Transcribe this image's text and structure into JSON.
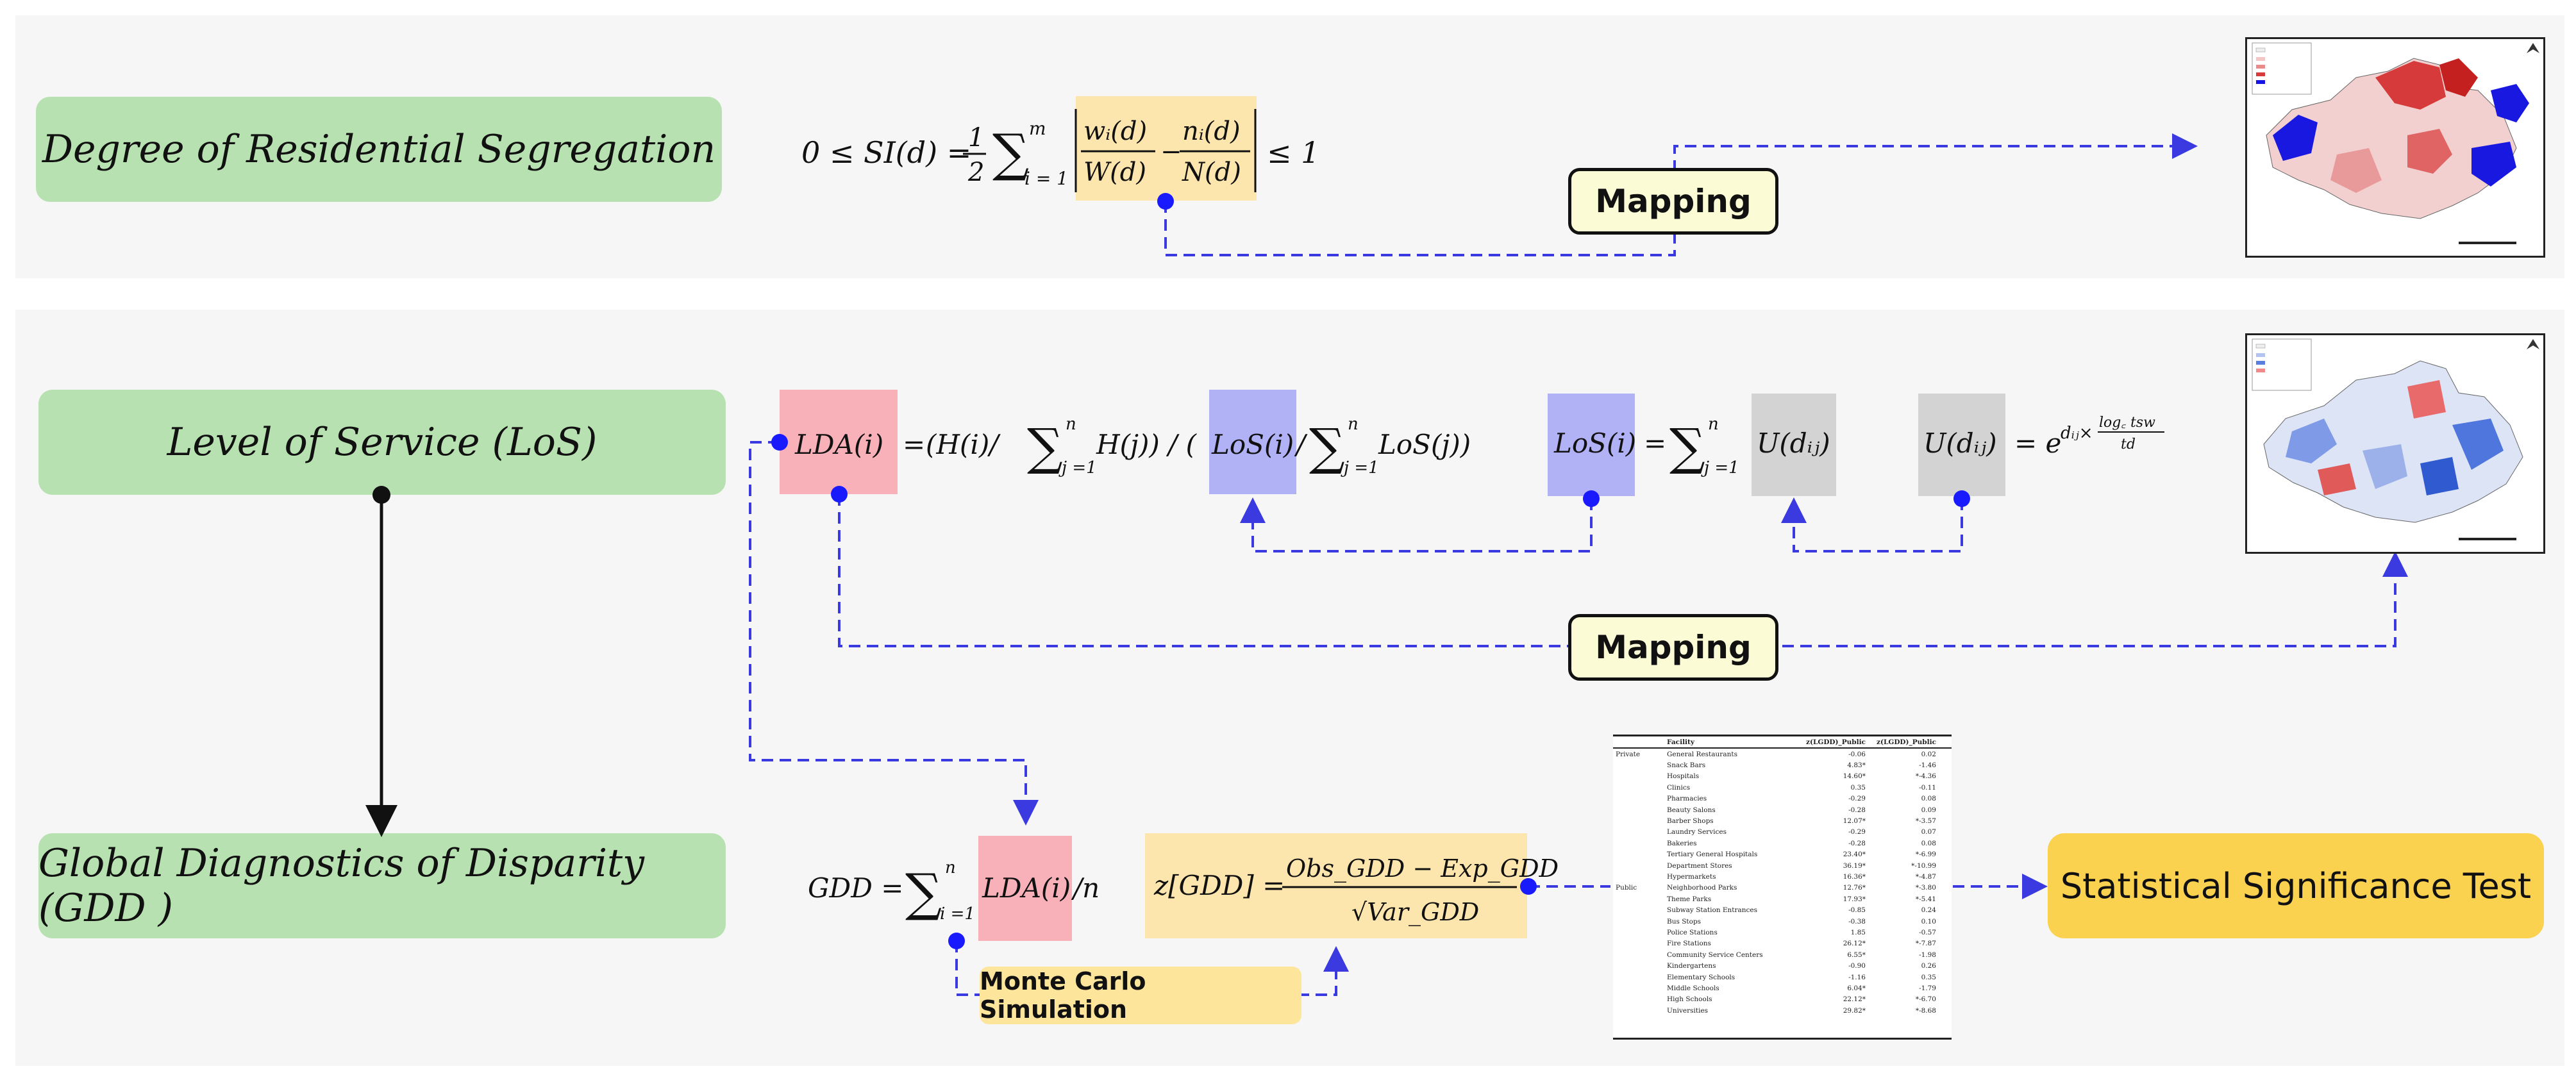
{
  "boxes": {
    "segregation": "Degree of Residential Segregation",
    "los": "Level of Service (LoS)",
    "gdd": "Global Diagnostics of Disparity (GDD )"
  },
  "labels": {
    "mapping_top": "Mapping",
    "mapping_mid": "Mapping",
    "significance": "Statistical Significance Test",
    "monte_carlo": "Monte Carlo Simulation"
  },
  "formulas": {
    "si_lhs": "0 ≤ SI(d) =",
    "si_half_num": "1",
    "si_half_den": "2",
    "si_sum_top": "m",
    "si_sum_bot": "i = 1",
    "si_f1_num": "wᵢ(d)",
    "si_f1_den": "W(d)",
    "si_minus": "−",
    "si_f2_num": "nᵢ(d)",
    "si_f2_den": "N(d)",
    "si_rhs": "≤ 1",
    "lda_lhs": "LDA(i)",
    "lda_eq": "=",
    "lda_part1": "(H(i)/",
    "lda_sum1_top": "n",
    "lda_sum1_bot": "j =1",
    "lda_part2": "H(j)) / (",
    "lda_los": "LoS(i)",
    "lda_part3": "/",
    "lda_sum2_top": "n",
    "lda_sum2_bot": "j =1",
    "lda_part4": "LoS(j))",
    "los_lhs": "LoS(i)",
    "los_eq": "=",
    "los_sum_top": "n",
    "los_sum_bot": "j =1",
    "los_u": "U(dᵢⱼ)",
    "u_lhs": "U(dᵢⱼ)",
    "u_eq": "= e",
    "u_exp": "dᵢⱼ×",
    "u_frac_num": "log꜀ tsw",
    "u_frac_den": "td",
    "gdd_lhs": "GDD =",
    "gdd_sum_top": "n",
    "gdd_sum_bot": "i =1",
    "gdd_lda": "LDA(i)",
    "gdd_div": "/n",
    "z_lhs": "z[GDD] =",
    "z_num": "Obs_GDD − Exp_GDD",
    "z_den": "√Var_GDD"
  },
  "table": {
    "headers": [
      "",
      "Facility",
      "z(LGDD)_Public",
      "z(LGDD)_Public"
    ],
    "rows": [
      [
        "Private",
        "General Restaurants",
        "-0.06",
        "0.02"
      ],
      [
        "",
        "Snack Bars",
        "4.83*",
        "-1.46"
      ],
      [
        "",
        "Hospitals",
        "14.60*",
        "*-4.36"
      ],
      [
        "",
        "Clinics",
        "0.35",
        "-0.11"
      ],
      [
        "",
        "Pharmacies",
        "-0.29",
        "0.08"
      ],
      [
        "",
        "Beauty Salons",
        "-0.28",
        "0.09"
      ],
      [
        "",
        "Barber Shops",
        "12.07*",
        "*-3.57"
      ],
      [
        "",
        "Laundry Services",
        "-0.29",
        "0.07"
      ],
      [
        "",
        "Bakeries",
        "-0.28",
        "0.08"
      ],
      [
        "",
        "Tertiary General Hospitals",
        "23.40*",
        "*-6.99"
      ],
      [
        "",
        "Department Stores",
        "36.19*",
        "*-10.99"
      ],
      [
        "",
        "Hypermarkets",
        "16.36*",
        "*-4.87"
      ],
      [
        "Public",
        "Neighborhood Parks",
        "12.76*",
        "*-3.80"
      ],
      [
        "",
        "Theme Parks",
        "17.93*",
        "*-5.41"
      ],
      [
        "",
        "Subway Station Entrances",
        "-0.85",
        "0.24"
      ],
      [
        "",
        "Bus Stops",
        "-0.38",
        "0.10"
      ],
      [
        "",
        "Police Stations",
        "1.85",
        "-0.57"
      ],
      [
        "",
        "Fire Stations",
        "26.12*",
        "*-7.87"
      ],
      [
        "",
        "Community Service Centers",
        "6.55*",
        "-1.98"
      ],
      [
        "",
        "Kindergartens",
        "-0.90",
        "0.26"
      ],
      [
        "",
        "Elementary Schools",
        "-1.16",
        "0.35"
      ],
      [
        "",
        "Middle Schools",
        "6.04*",
        "-1.79"
      ],
      [
        "",
        "High Schools",
        "22.12*",
        "*-6.70"
      ],
      [
        "",
        "Universities",
        "29.82*",
        "*-8.68"
      ]
    ]
  },
  "colors": {
    "green": "#b7e1b0",
    "pink": "#f8b1b8",
    "blue": "#b1b1f6",
    "gray": "#d3d3d3",
    "yellow": "#fde6ad",
    "connector": "#3a3ae0"
  }
}
